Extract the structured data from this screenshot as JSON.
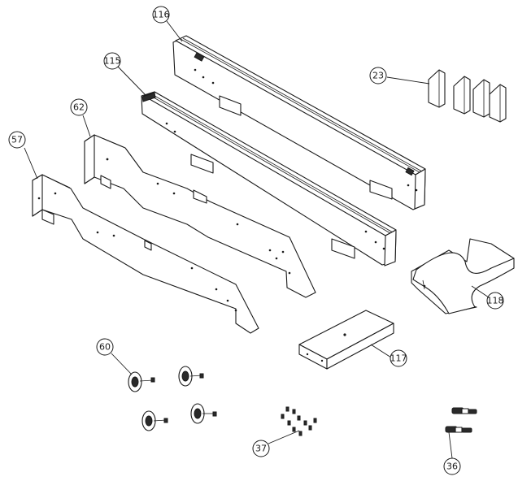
{
  "callouts": [
    {
      "id": "c116",
      "label": "116"
    },
    {
      "id": "c115",
      "label": "115"
    },
    {
      "id": "c62",
      "label": "62"
    },
    {
      "id": "c57",
      "label": "57"
    },
    {
      "id": "c23",
      "label": "23"
    },
    {
      "id": "c118",
      "label": "118"
    },
    {
      "id": "c117",
      "label": "117"
    },
    {
      "id": "c60",
      "label": "60"
    },
    {
      "id": "c37",
      "label": "37"
    },
    {
      "id": "c36",
      "label": "36"
    }
  ]
}
